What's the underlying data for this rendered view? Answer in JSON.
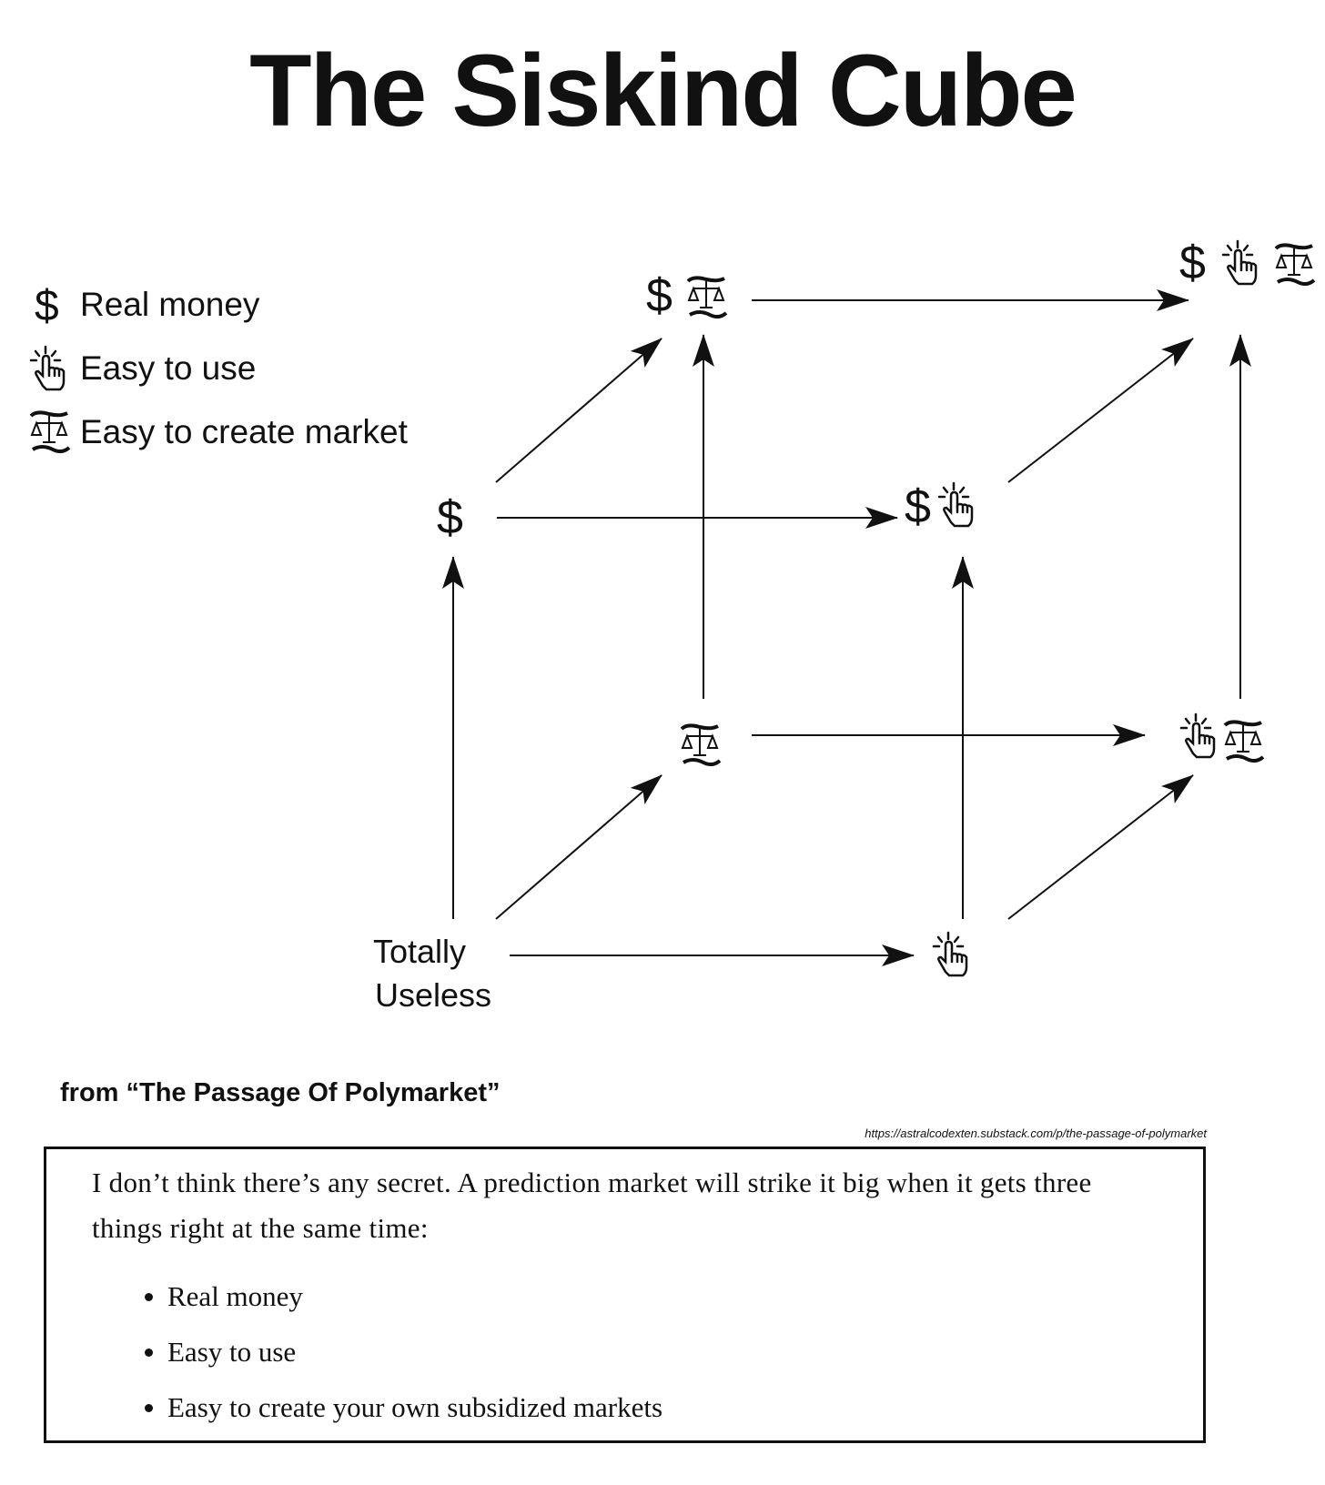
{
  "title": "The Siskind Cube",
  "legend": [
    {
      "icon": "dollar-icon",
      "label": "Real money"
    },
    {
      "icon": "pointer-hand-icon",
      "label": "Easy to use"
    },
    {
      "icon": "scales-icon",
      "label": "Easy to create market"
    }
  ],
  "nodes": {
    "origin_label_line1": "Totally",
    "origin_label_line2": "Useless",
    "dollar_symbol": "$"
  },
  "source": {
    "title": "from “The Passage Of Polymarket”",
    "url": "https://astralcodexten.substack.com/p/the-passage-of-polymarket"
  },
  "quote": {
    "text": "I don’t think there’s any secret. A prediction market will strike it big when it gets three things right at the same time:",
    "items": [
      "Real money",
      "Easy to use",
      "Easy to create your own subsidized markets"
    ]
  }
}
